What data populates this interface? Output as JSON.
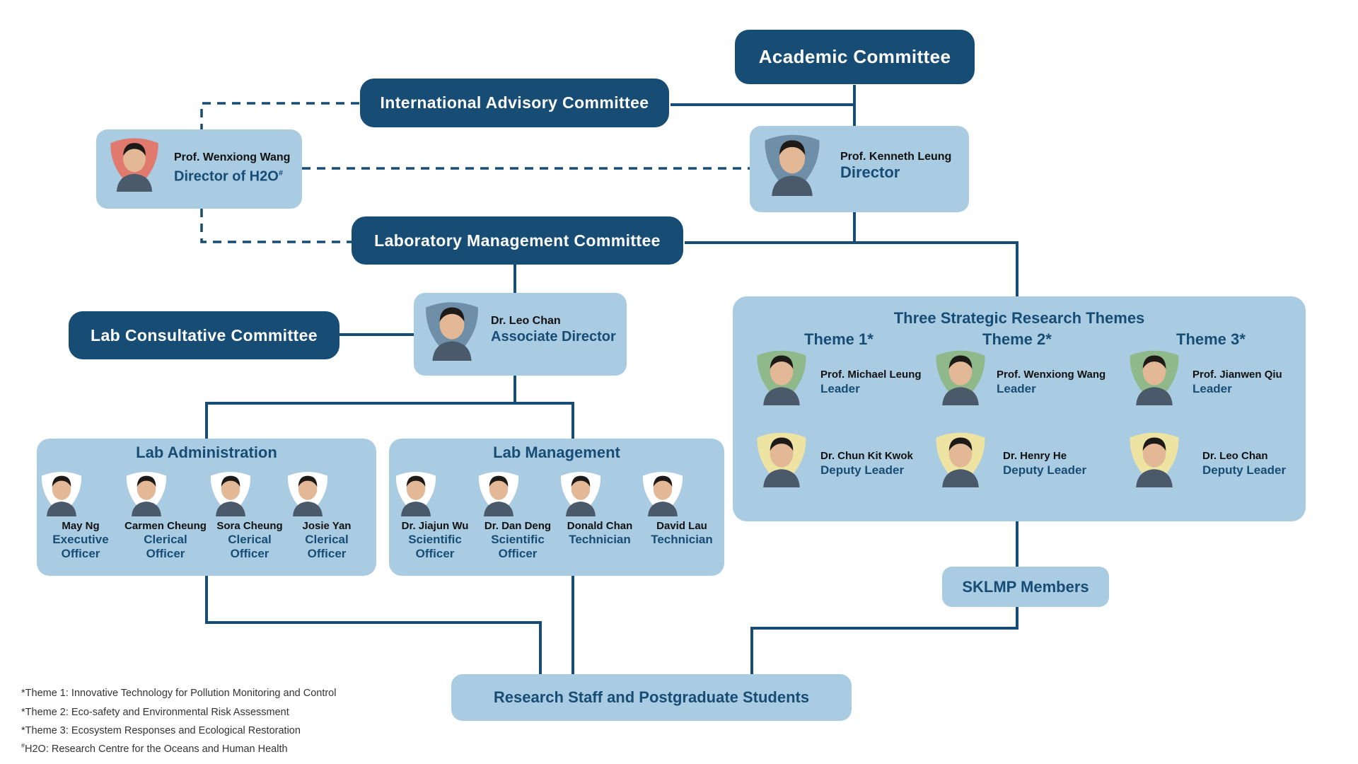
{
  "committees": {
    "academic": "Academic Committee",
    "international": "International Advisory Committee",
    "lab_management": "Laboratory Management Committee",
    "lab_consultative": "Lab Consultative Committee"
  },
  "directors": {
    "h2o": {
      "name": "Prof. Wenxiong Wang",
      "role": "Director of H2O",
      "mark": "#"
    },
    "director": {
      "name": "Prof. Kenneth Leung",
      "role": "Director"
    },
    "associate": {
      "name": "Dr. Leo Chan",
      "role": "Associate Director"
    }
  },
  "lab_administration": {
    "title": "Lab Administration",
    "members": [
      {
        "name": "May Ng",
        "role": "Executive Officer"
      },
      {
        "name": "Carmen Cheung",
        "role": "Clerical Officer"
      },
      {
        "name": "Sora Cheung",
        "role": "Clerical Officer"
      },
      {
        "name": "Josie Yan",
        "role": "Clerical Officer"
      }
    ]
  },
  "lab_management_group": {
    "title": "Lab Management",
    "members": [
      {
        "name": "Dr. Jiajun Wu",
        "role": "Scientific Officer"
      },
      {
        "name": "Dr. Dan Deng",
        "role": "Scientific Officer"
      },
      {
        "name": "Donald Chan",
        "role": "Technician"
      },
      {
        "name": "David Lau",
        "role": "Technician"
      }
    ]
  },
  "themes": {
    "title": "Three Strategic Research Themes",
    "items": [
      {
        "label": "Theme 1*",
        "leader": {
          "name": "Prof. Michael Leung",
          "role": "Leader"
        },
        "deputy": {
          "name": "Dr. Chun Kit Kwok",
          "role": "Deputy Leader"
        }
      },
      {
        "label": "Theme 2*",
        "leader": {
          "name": "Prof. Wenxiong Wang",
          "role": "Leader"
        },
        "deputy": {
          "name": "Dr. Henry He",
          "role": "Deputy Leader"
        }
      },
      {
        "label": "Theme 3*",
        "leader": {
          "name": "Prof. Jianwen Qiu",
          "role": "Leader"
        },
        "deputy": {
          "name": "Dr. Leo Chan",
          "role": "Deputy Leader"
        }
      }
    ]
  },
  "sklmp": "SKLMP Members",
  "research_staff": "Research Staff and Postgraduate Students",
  "footnotes": [
    {
      "mark": "",
      "text": "*Theme 1: Innovative Technology for Pollution Monitoring and Control"
    },
    {
      "mark": "",
      "text": "*Theme 2: Eco-safety and Environmental Risk Assessment"
    },
    {
      "mark": "",
      "text": "*Theme 3: Ecosystem Responses and Ecological Restoration"
    },
    {
      "mark": "#",
      "text": "H2O: Research Centre for the Oceans and Human Health"
    }
  ],
  "colors": {
    "dark_blue": "#174d75",
    "light_blue": "#a9cce3",
    "connector": "#174d75",
    "accent_red": "#e07a6e",
    "accent_steel": "#6f8ea8",
    "accent_green": "#8fb98a",
    "accent_yellow": "#ede3a2"
  }
}
